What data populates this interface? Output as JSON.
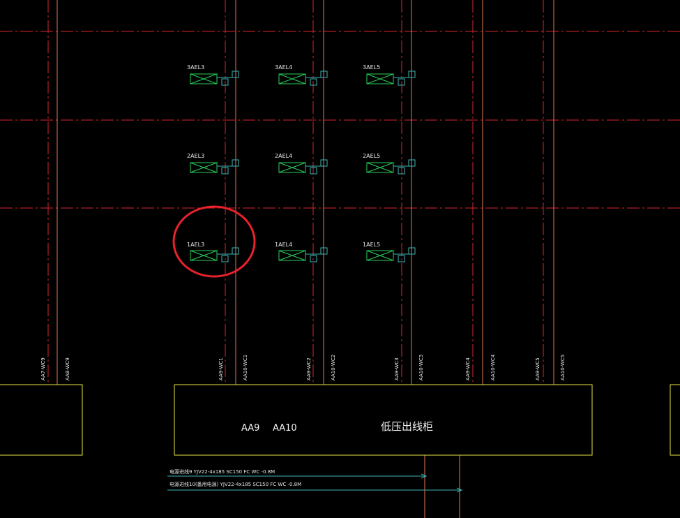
{
  "units": [
    {
      "id": "3AEL3"
    },
    {
      "id": "3AEL4"
    },
    {
      "id": "3AEL5"
    },
    {
      "id": "2AEL3"
    },
    {
      "id": "2AEL4"
    },
    {
      "id": "2AEL5"
    },
    {
      "id": "1AEL3"
    },
    {
      "id": "1AEL4"
    },
    {
      "id": "1AEL5"
    }
  ],
  "circuit_labels": [
    "AA7-WC9",
    "AA8-WC9",
    "AA9-WC1",
    "AA10-WC1",
    "AA9-WC2",
    "AA10-WC2",
    "AA9-WC3",
    "AA10-WC3",
    "AA9-WC4",
    "AA10-WC4",
    "AA9-WC5",
    "AA10-WC5"
  ],
  "cabinet": {
    "title": "低压出线柜",
    "sections": [
      "AA9",
      "AA10"
    ]
  },
  "cable_notes": [
    "电源进线9   YJV22-4x185  SC150  FC  WC  -0.8M",
    "电源进线10(备用电源)   YJV22-4x185  SC150  FC  WC  -0.8M"
  ],
  "colors": {
    "background": "#000000",
    "grid": "#d9262b",
    "riser": "#e07a4f",
    "cabinet": "#e6e34a",
    "unit": "#27d05a",
    "connector": "#3fb3b3",
    "highlight": "#e8222a"
  }
}
